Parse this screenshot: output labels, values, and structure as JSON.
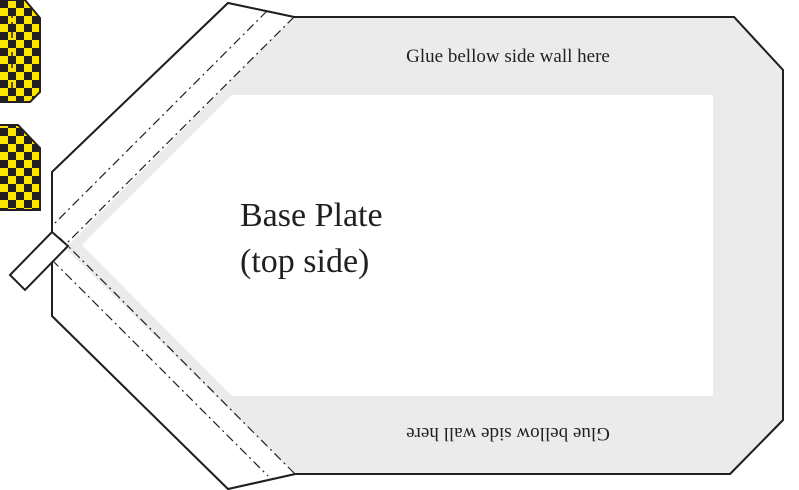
{
  "template": {
    "title_line1": "Base Plate",
    "title_line2": "(top side)",
    "top_instruction": "Glue bellow side wall here",
    "bottom_instruction": "Glue bellow side wall here"
  },
  "colors": {
    "outline": "#231f20",
    "glue_area": "#ebebeb",
    "checker_yellow": "#ffe600",
    "checker_black": "#231f20"
  },
  "icons": [
    "checker-tab-icon",
    "checker-tab-icon"
  ]
}
